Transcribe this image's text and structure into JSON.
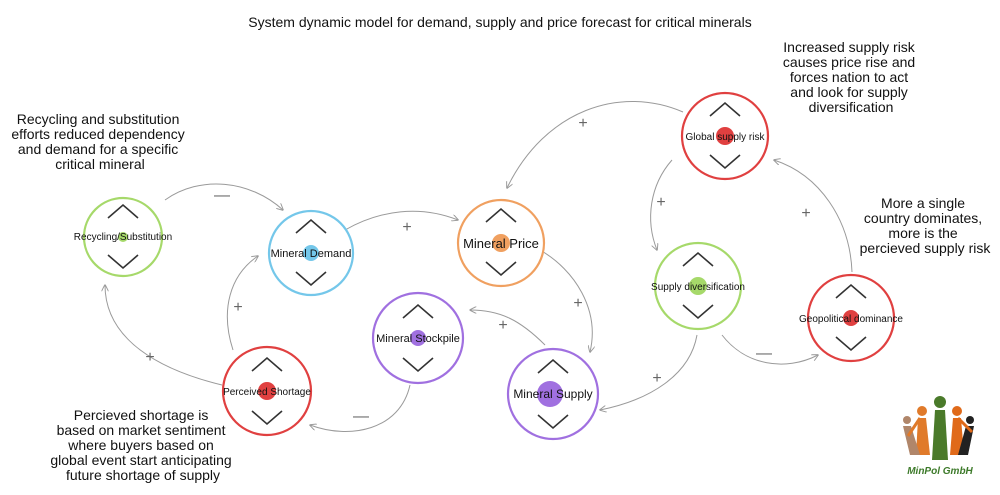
{
  "title": "System dynamic model for demand, supply and price forecast for critical minerals",
  "annotations": {
    "recycling": [
      "Recycling and substitution",
      "efforts reduced dependency",
      "and demand for a specific",
      "critical mineral"
    ],
    "supply_risk": [
      "Increased supply risk",
      "causes price rise and",
      "forces nation to act",
      "and look for supply",
      "diversification"
    ],
    "dominance": [
      "More a single",
      "country dominates,",
      "more is the",
      "percieved supply risk"
    ],
    "shortage": [
      "Percieved shortage is",
      "based on market sentiment",
      "where buyers based on",
      "global event start anticipating",
      "future shortage of supply"
    ]
  },
  "nodes": {
    "recycling": "Recycling/Substitution",
    "demand": "Mineral Demand",
    "price": "Mineral Price",
    "stockpile": "Mineral Stockpile",
    "supply": "Mineral Supply",
    "shortage": "Perceived Shortage",
    "risk": "Global supply risk",
    "diversification": "Supply diversification",
    "dominance": "Geopolitical dominance"
  },
  "signs": {
    "recycling_demand": "—",
    "demand_price": "+",
    "price_supply": "+",
    "supply_stockpile": "+",
    "stockpile_shortage": "—",
    "shortage_demand": "+",
    "shortage_recycling": "+",
    "risk_price": "+",
    "risk_diversification": "+",
    "diversification_supply": "+",
    "diversification_dominance": "—",
    "dominance_risk": "+"
  },
  "logo": {
    "text": "MinPol GmbH"
  },
  "colors": {
    "green": "#a6d96a",
    "blue": "#74c7ea",
    "orange": "#f0a060",
    "purple": "#a070e0",
    "red": "#e04040",
    "arrow": "#9a9a9a"
  }
}
